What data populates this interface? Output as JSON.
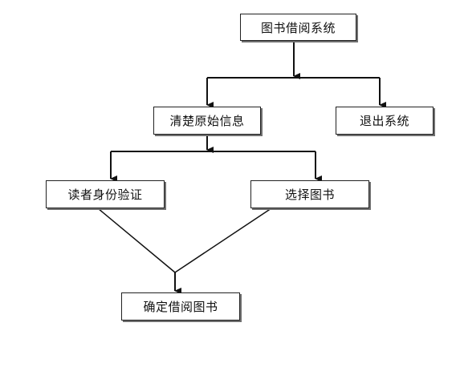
{
  "diagram": {
    "nodes": {
      "root": "图书借阅系统",
      "clear": "清楚原始信息",
      "exit": "退出系统",
      "verify": "读者身份验证",
      "select": "选择图书",
      "confirm": "确定借阅图书"
    },
    "edges": [
      {
        "from": "root",
        "to": "clear"
      },
      {
        "from": "root",
        "to": "exit"
      },
      {
        "from": "clear",
        "to": "verify"
      },
      {
        "from": "clear",
        "to": "select"
      },
      {
        "from": "verify",
        "to": "confirm"
      },
      {
        "from": "select",
        "to": "confirm"
      }
    ],
    "colors": {
      "line": "#111111",
      "box_border": "#222222",
      "box_shadow": "#6f6f6f"
    }
  }
}
